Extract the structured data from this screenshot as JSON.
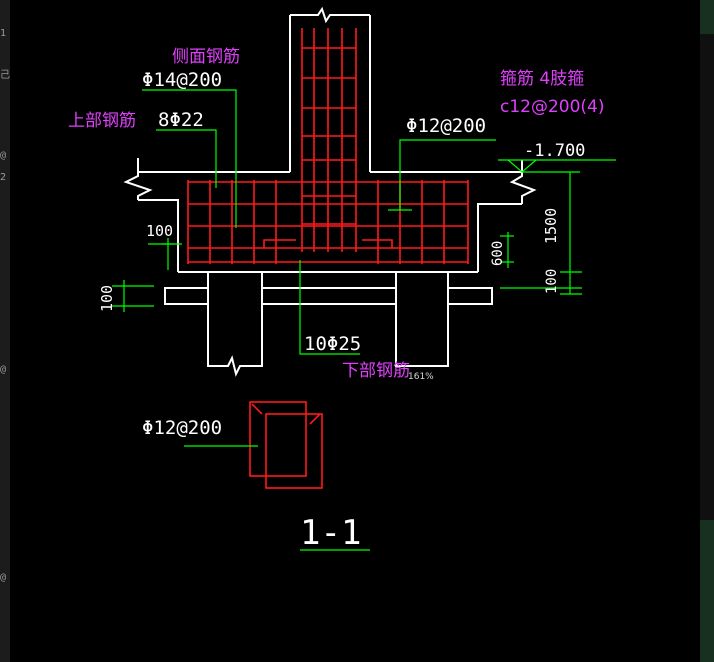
{
  "annotations": {
    "side_rebar": "侧面钢筋",
    "side_rebar_spec": "Φ14@200",
    "top_rebar_label": "上部钢筋",
    "top_rebar_spec": "8Φ22",
    "stirrup_title": "箍筋  4肢箍",
    "stirrup_spec": "c12@200(4)",
    "stirrup_mid": "Φ12@200",
    "elevation": "-1.700",
    "dim_100_left": "100",
    "dim_100_bottom_left": "100",
    "dim_1500": "1500",
    "dim_100_right": "100",
    "dim_600": "600",
    "bottom_rebar_spec": "10Φ25",
    "bottom_rebar_label": "下部钢筋",
    "stirrup_detail_spec": "Φ12@200",
    "section_title": "1-1",
    "zoom": "161%"
  },
  "left_fragments": [
    "1",
    "己",
    "@",
    "2",
    "@",
    "@"
  ],
  "colors": {
    "background": "#000000",
    "outline": "#ffffff",
    "rebar": "#ff1a1a",
    "leader": "#00ff00",
    "annotation": "#e040fb"
  }
}
